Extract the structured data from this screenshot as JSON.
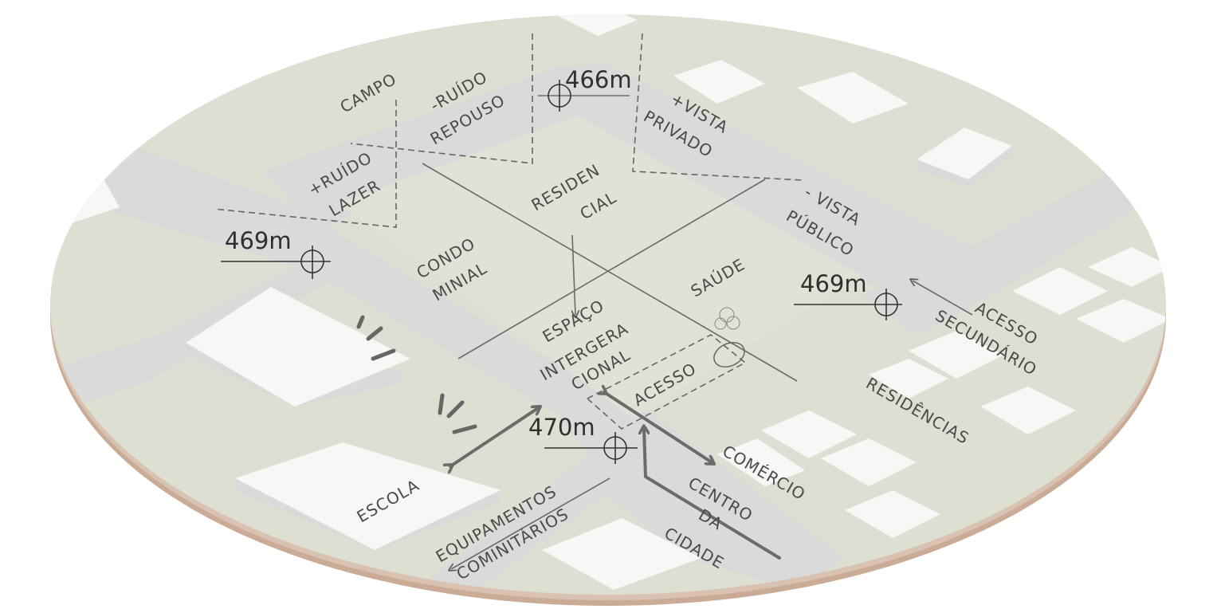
{
  "elevations": [
    "466m",
    "469m",
    "469m",
    "470m"
  ],
  "zones": {
    "campo": "CAMPO",
    "ruido_menos": "-RUÍDO",
    "repouso": "REPOUSO",
    "ruido_mais": "+RUÍDO",
    "lazer": "LAZER",
    "vista_mais": "+VISTA",
    "privado": "PRIVADO",
    "vista_menos": "- VISTA",
    "publico": "PÚBLICO",
    "residen": "RESIDEN",
    "cial": "CIAL",
    "condo": "CONDO",
    "minial": "MINIAL",
    "saude": "SAÚDE",
    "espaco": "ESPAÇO",
    "intergera": "INTERGERA",
    "cional": "CIONAL",
    "acesso": "ACESSO"
  },
  "surroundings": {
    "acesso": "ACESSO",
    "secundario": "SECUNDÁRIO",
    "residencias": "RESIDÊNCIAS",
    "comercio": "COMÉRCIO",
    "centro": "CENTRO",
    "da": "DA",
    "cidade": "CIDADE",
    "escola": "ESCOLA",
    "equipamentos": "EQUIPAMENTOS",
    "cominitarios": "COMINITÁRIOS"
  },
  "colors": {
    "ground": "#dcdfd2",
    "road": "#dadada",
    "base": "#c9ab96",
    "text": "#4a4a4a",
    "arrow": "#6b6b6b"
  }
}
